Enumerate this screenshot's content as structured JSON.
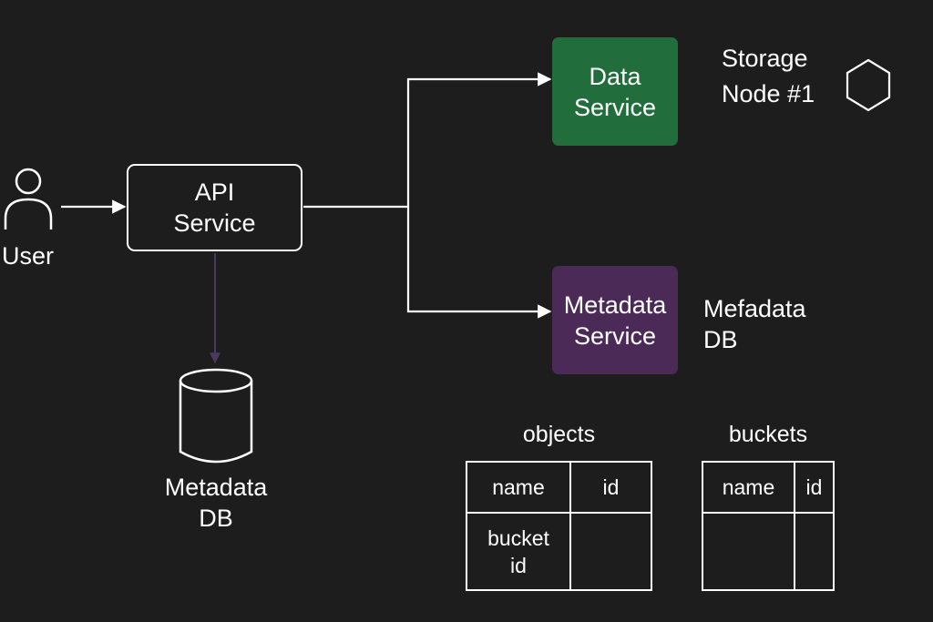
{
  "user": {
    "label": "User"
  },
  "api_service": {
    "line1": "API",
    "line2": "Service"
  },
  "data_service": {
    "line1": "Data",
    "line2": "Service",
    "color": "#226d3c"
  },
  "metadata_service": {
    "line1": "Metadata",
    "line2": "Service",
    "color": "#4b2a57"
  },
  "storage_node": {
    "line1": "Storage",
    "line2": "Node #1"
  },
  "metadata_db_right": {
    "line1": "Mefadata",
    "line2": "DB"
  },
  "metadata_db_left": {
    "line1": "Metadata",
    "line2": "DB"
  },
  "objects_table": {
    "title": "objects",
    "headers": [
      "name",
      "id"
    ],
    "row": [
      "bucket",
      "id"
    ]
  },
  "buckets_table": {
    "title": "buckets",
    "headers": [
      "name",
      "id"
    ]
  },
  "colors": {
    "background": "#1e1d1e",
    "stroke": "#ffffff",
    "db_connector": "#4a3a5e"
  }
}
